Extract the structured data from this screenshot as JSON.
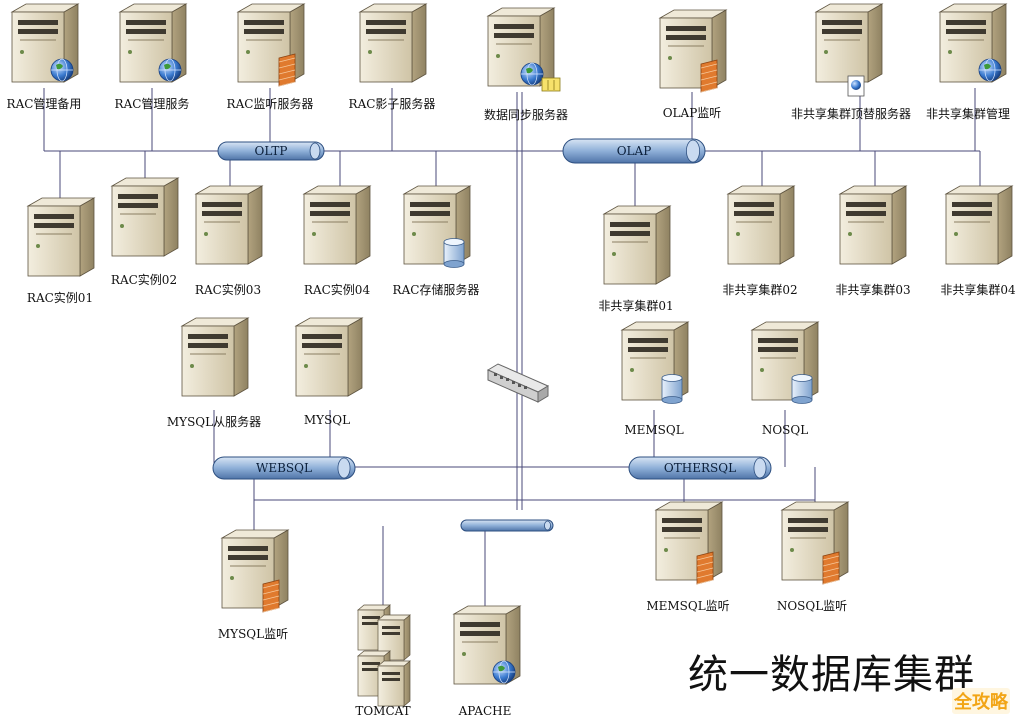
{
  "title": "统一数据库集群",
  "watermark": "全攻略",
  "colors": {
    "line": "#4a4a7a",
    "bus_fill": "#9bb8dc",
    "server_front": "#d9d0b8",
    "server_side": "#b8ab8a",
    "globe": "#2c6fc4",
    "firewall": "#e07a2e",
    "db": "#a9c4e6"
  },
  "buses": [
    {
      "id": "oltp",
      "label": "OLTP"
    },
    {
      "id": "olap",
      "label": "OLAP"
    },
    {
      "id": "websql",
      "label": "WEBSQL"
    },
    {
      "id": "othersql",
      "label": "OTHERSQL"
    },
    {
      "id": "core",
      "label": ""
    }
  ],
  "nodes": [
    {
      "id": "rac-backup",
      "label": "RAC管理备用",
      "badge": "globe-icon"
    },
    {
      "id": "rac-mgmt",
      "label": "RAC管理服务",
      "badge": "globe-icon"
    },
    {
      "id": "rac-monitor",
      "label": "RAC监听服务器",
      "badge": "firewall-icon"
    },
    {
      "id": "rac-shadow",
      "label": "RAC影子服务器",
      "badge": ""
    },
    {
      "id": "sync-server",
      "label": "数据同步服务器",
      "badge": "globe-icon"
    },
    {
      "id": "olap-monitor",
      "label": "OLAP监听",
      "badge": "firewall-icon"
    },
    {
      "id": "nonshared-failover",
      "label": "非共享集群顶替服务器",
      "badge": "document-icon"
    },
    {
      "id": "nonshared-mgmt",
      "label": "非共享集群管理",
      "badge": "globe-icon"
    },
    {
      "id": "rac-01",
      "label": "RAC实例01",
      "badge": ""
    },
    {
      "id": "rac-02",
      "label": "RAC实例02",
      "badge": ""
    },
    {
      "id": "rac-03",
      "label": "RAC实例03",
      "badge": ""
    },
    {
      "id": "rac-04",
      "label": "RAC实例04",
      "badge": ""
    },
    {
      "id": "rac-storage",
      "label": "RAC存储服务器",
      "badge": "database-icon"
    },
    {
      "id": "nonshared-01",
      "label": "非共享集群01",
      "badge": ""
    },
    {
      "id": "nonshared-02",
      "label": "非共享集群02",
      "badge": ""
    },
    {
      "id": "nonshared-03",
      "label": "非共享集群03",
      "badge": ""
    },
    {
      "id": "nonshared-04",
      "label": "非共享集群04",
      "badge": ""
    },
    {
      "id": "mysql-slave",
      "label": "MYSQL从服务器",
      "badge": ""
    },
    {
      "id": "mysql",
      "label": "MYSQL",
      "badge": ""
    },
    {
      "id": "memsql",
      "label": "MEMSQL",
      "badge": "database-icon"
    },
    {
      "id": "nosql",
      "label": "NOSQL",
      "badge": "database-icon"
    },
    {
      "id": "mysql-monitor",
      "label": "MYSQL监听",
      "badge": "firewall-icon"
    },
    {
      "id": "memsql-monitor",
      "label": "MEMSQL监听",
      "badge": "firewall-icon"
    },
    {
      "id": "nosql-monitor",
      "label": "NOSQL监听",
      "badge": "firewall-icon"
    },
    {
      "id": "tomcat",
      "label": "TOMCAT",
      "badge": ""
    },
    {
      "id": "apache",
      "label": "APACHE",
      "badge": "globe-icon"
    }
  ]
}
